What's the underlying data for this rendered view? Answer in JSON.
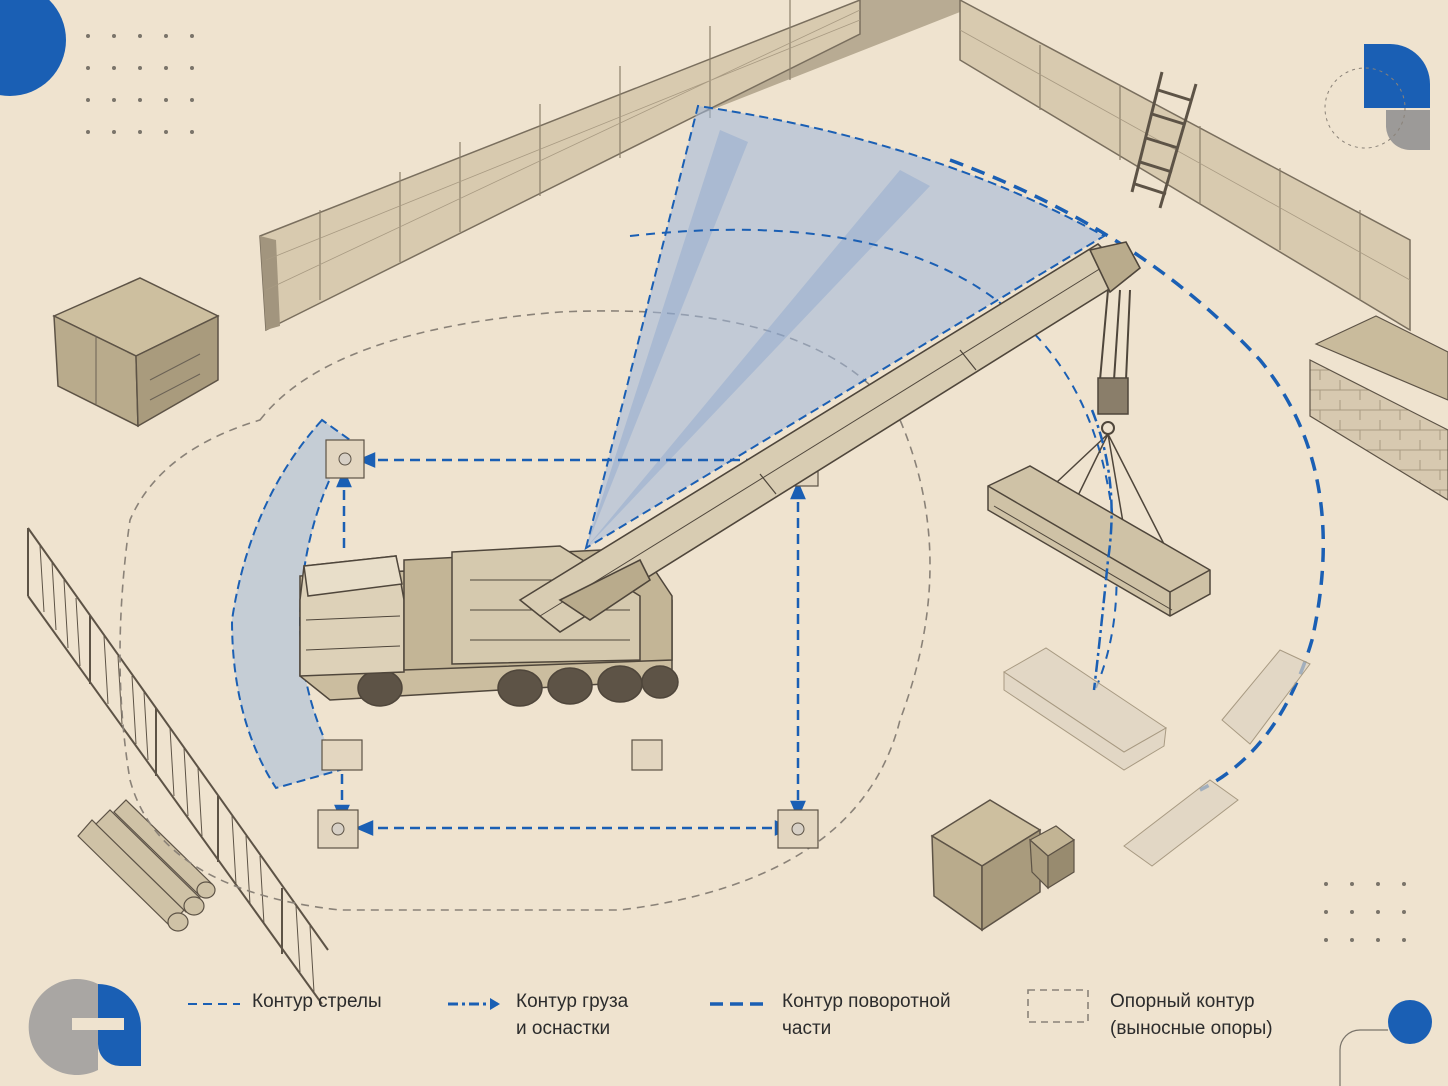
{
  "colors": {
    "background": "#efe3cf",
    "accent_blue": "#1a5fb4",
    "zone_fill": "#9cb7dc",
    "sketch": "#6b6255",
    "wall": "#d9ccb4",
    "grey_contour": "#8a8278",
    "decor_grey": "#9c9a98"
  },
  "legend": [
    {
      "style": "thin-dash-blue",
      "lines": [
        "Контур стрелы"
      ]
    },
    {
      "style": "dash-dot-arrow-blue",
      "lines": [
        "Контур груза",
        "и оснастки"
      ]
    },
    {
      "style": "thick-dash-blue",
      "lines": [
        "Контур поворотной",
        "части"
      ]
    },
    {
      "style": "dashed-rect-grey",
      "lines": [
        "Опорный контур",
        "(выносные опоры)"
      ]
    }
  ],
  "icons": [
    "circle-top-left-decor",
    "dot-grid-decor",
    "corner-shape-top-right-decor",
    "logo-bottom-left-decor",
    "circle-bottom-right-decor",
    "dot-grid-bottom-right-decor"
  ]
}
